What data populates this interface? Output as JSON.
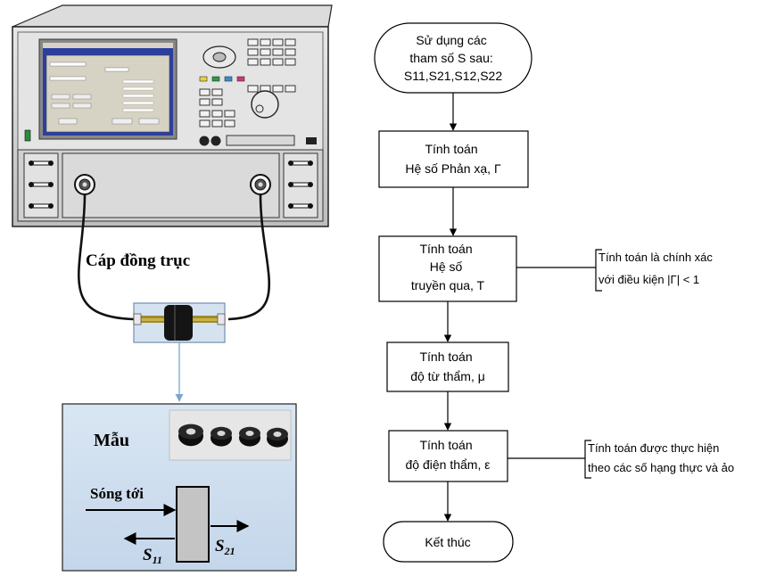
{
  "left": {
    "cable_label": "Cáp đồng trục",
    "sample_label": "Mẫu",
    "incident_label": "Sóng tới",
    "s11_main": "S",
    "s11_sub": "11",
    "s21_main": "S",
    "s21_sub": "21"
  },
  "flow": {
    "start": [
      "Sử dụng các",
      "tham số S sau:",
      "S11,S21,S12,S22"
    ],
    "step1": [
      "Tính toán",
      "Hệ số Phản xạ, Γ"
    ],
    "step2": [
      "Tính toán",
      "Hệ số",
      "truyền qua, T"
    ],
    "step3": [
      "Tính toán",
      "độ từ thẩm, μ"
    ],
    "step4": [
      "Tính toán",
      "độ điện thẩm, ε"
    ],
    "end": "Kết thúc"
  },
  "notes": {
    "note1": [
      "Tính toán là chính xác",
      "với điều kiện |Γ| < 1"
    ],
    "note2": [
      "Tính toán được thực hiện",
      "theo các số hạng thực và ảo"
    ]
  },
  "colors": {
    "instrument_frame": "#cfcfcf",
    "screen_blue": "#2b3fa0",
    "sample_panel": "#d7e4f2",
    "connector_line": "#7ba6d4"
  }
}
